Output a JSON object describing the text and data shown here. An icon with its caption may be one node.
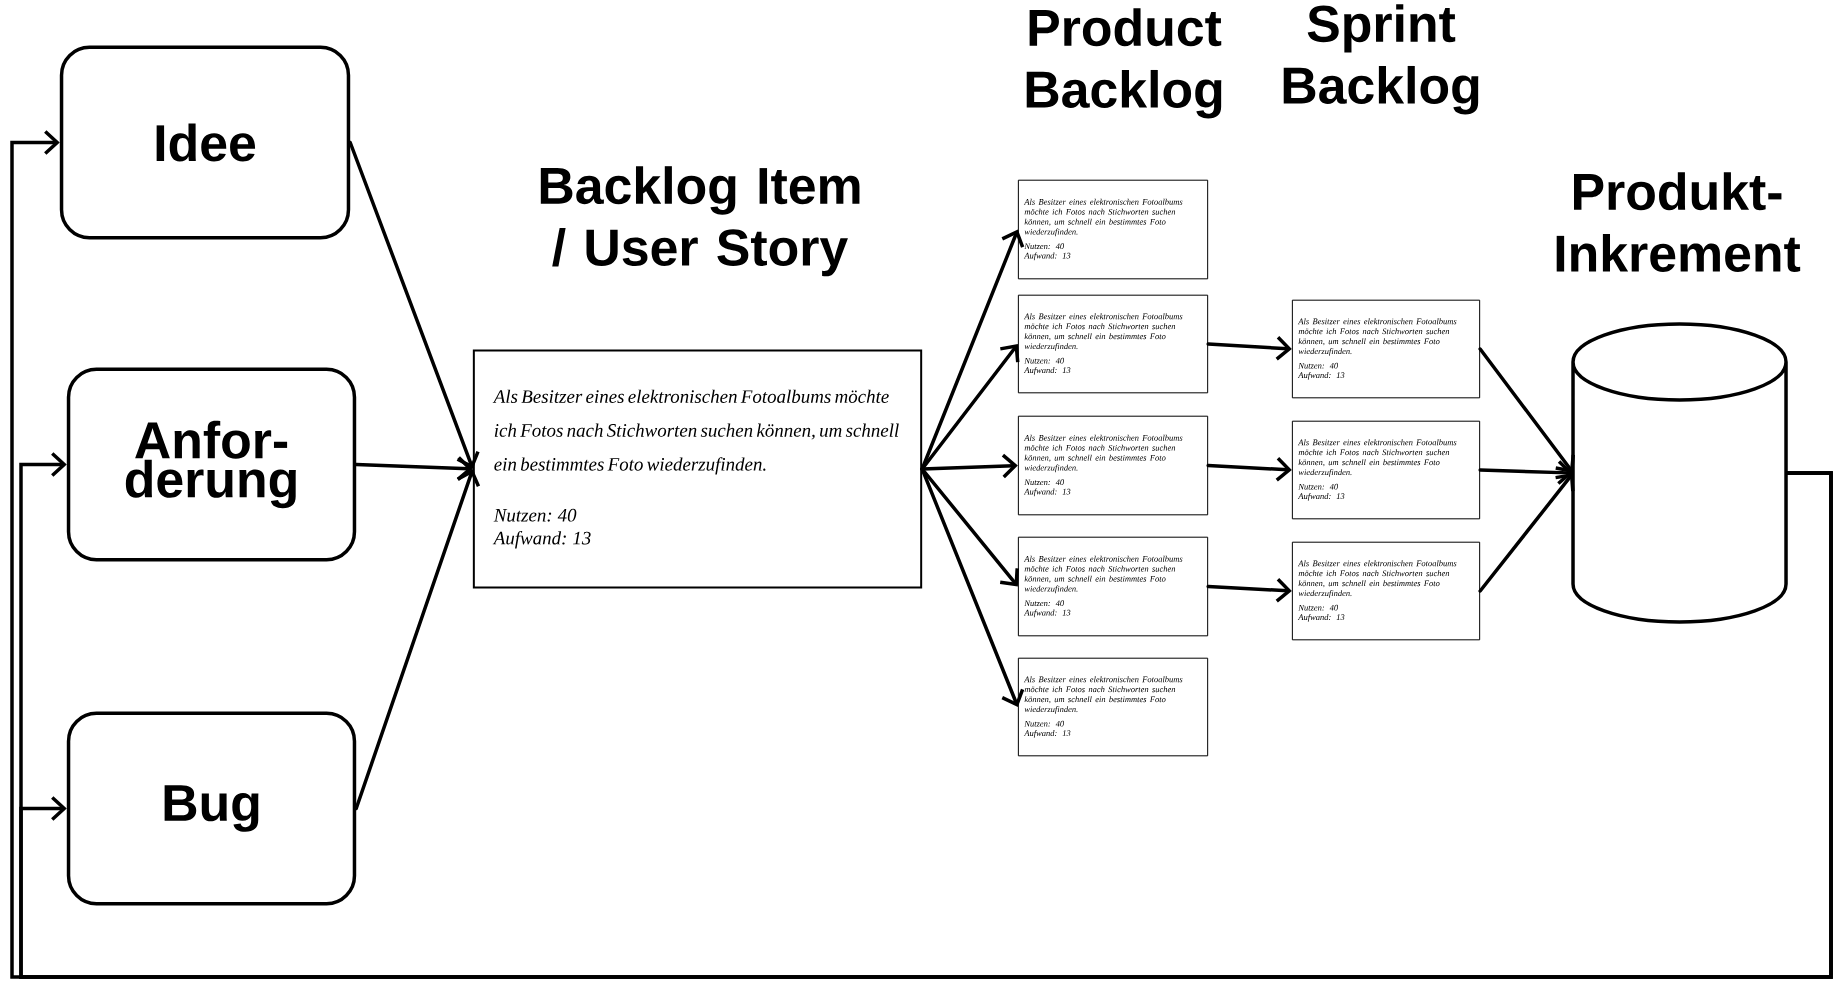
{
  "diagram": {
    "nodes": [
      {
        "text": [
          "Idee"
        ]
      },
      {
        "text": [
          "Anfor- derung"
        ]
      },
      {
        "text": [
          "Bug"
        ]
      },
      {
        "text": [
          "Als Besitzer eines elektronischen Fotoalbums möchte ich Fotos nach Stichworten suchen können, um schnell ein bestimmtes Foto wiederzufinden.",
          "Nutzen: 40",
          "Aufwand: 13"
        ]
      },
      {
        "text": [
          "Als Besitzer eines elektronischen Fotoalbums möchte ich Fotos nach Stichworten suchen können, um schnell ein bestimmtes Foto wiederzufinden.",
          "Nutzen: 40",
          "Aufwand: 13"
        ]
      },
      {
        "text": [
          "Als Besitzer eines elektronischen Fotoalbums möchte ich Fotos nach Stichworten suchen können, um schnell ein bestimmtes Foto wiederzufinden.",
          "Nutzen: 40",
          "Aufwand: 13"
        ]
      },
      {
        "text": [
          "Als Besitzer eines elektronischen Fotoalbums möchte ich Fotos nach Stichworten suchen können, um schnell ein bestimmtes Foto wiederzufinden.",
          "Nutzen: 40",
          "Aufwand: 13"
        ]
      },
      {
        "text": [
          "Als Besitzer eines elektronischen Fotoalbums möchte ich Fotos nach Stichworten suchen können, um schnell ein bestimmtes Foto wiederzufinden.",
          "Nutzen: 40",
          "Aufwand: 13"
        ]
      },
      {
        "text": [
          "Als Besitzer eines elektronischen Fotoalbums möchte ich Fotos nach Stichworten suchen können, um schnell ein bestimmtes Foto wiederzufinden.",
          "Nutzen: 40",
          "Aufwand: 13"
        ]
      },
      {
        "text": [
          "Als Besitzer eines elektronischen Fotoalbums möchte ich Fotos nach Stichworten suchen können, um schnell ein bestimmtes Foto wiederzufinden.",
          "Nutzen: 40",
          "Aufwand: 13"
        ]
      },
      {
        "text": [
          "Als Besitzer eines elektronischen Fotoalbums möchte ich Fotos nach Stichworten suchen können, um schnell ein bestimmtes Foto wiederzufinden.",
          "Nutzen: 40",
          "Aufwand: 13"
        ]
      },
      {
        "text": [
          "Als Besitzer eines elektronischen Fotoalbums möchte ich Fotos nach Stichworten suchen können, um schnell ein bestimmtes Foto wiederzufinden.",
          "Nutzen: 40",
          "Aufwand: 13"
        ]
      },
      {
        "text": [],
        "shape": "cylinder"
      }
    ],
    "edges": [
      {
        "from": 0,
        "to": 3,
        "arrow": "to"
      },
      {
        "from": 1,
        "to": 3,
        "arrow": "to"
      },
      {
        "from": 2,
        "to": 3,
        "arrow": "to"
      },
      {
        "from": 3,
        "to": 4,
        "arrow": "to"
      },
      {
        "from": 3,
        "to": 5,
        "arrow": "to"
      },
      {
        "from": 3,
        "to": 6,
        "arrow": "to"
      },
      {
        "from": 3,
        "to": 7,
        "arrow": "to"
      },
      {
        "from": 3,
        "to": 8,
        "arrow": "to"
      },
      {
        "from": 5,
        "to": 9,
        "arrow": "to"
      },
      {
        "from": 6,
        "to": 10,
        "arrow": "to"
      },
      {
        "from": 7,
        "to": 11,
        "arrow": "to"
      },
      {
        "from": 9,
        "to": 12,
        "arrow": "to"
      },
      {
        "from": 10,
        "to": 12,
        "arrow": "to"
      },
      {
        "from": 11,
        "to": 12,
        "arrow": "to"
      },
      {
        "from": 12,
        "to": 0,
        "arrow": "to"
      },
      {
        "from": 12,
        "to": 1,
        "arrow": "to"
      },
      {
        "from": 12,
        "to": 2,
        "arrow": "to"
      }
    ],
    "labels": [
      "Product Backlog",
      "Sprint Backlog",
      "Backlog Item / User Story",
      "Produkt- Inkrement"
    ]
  }
}
